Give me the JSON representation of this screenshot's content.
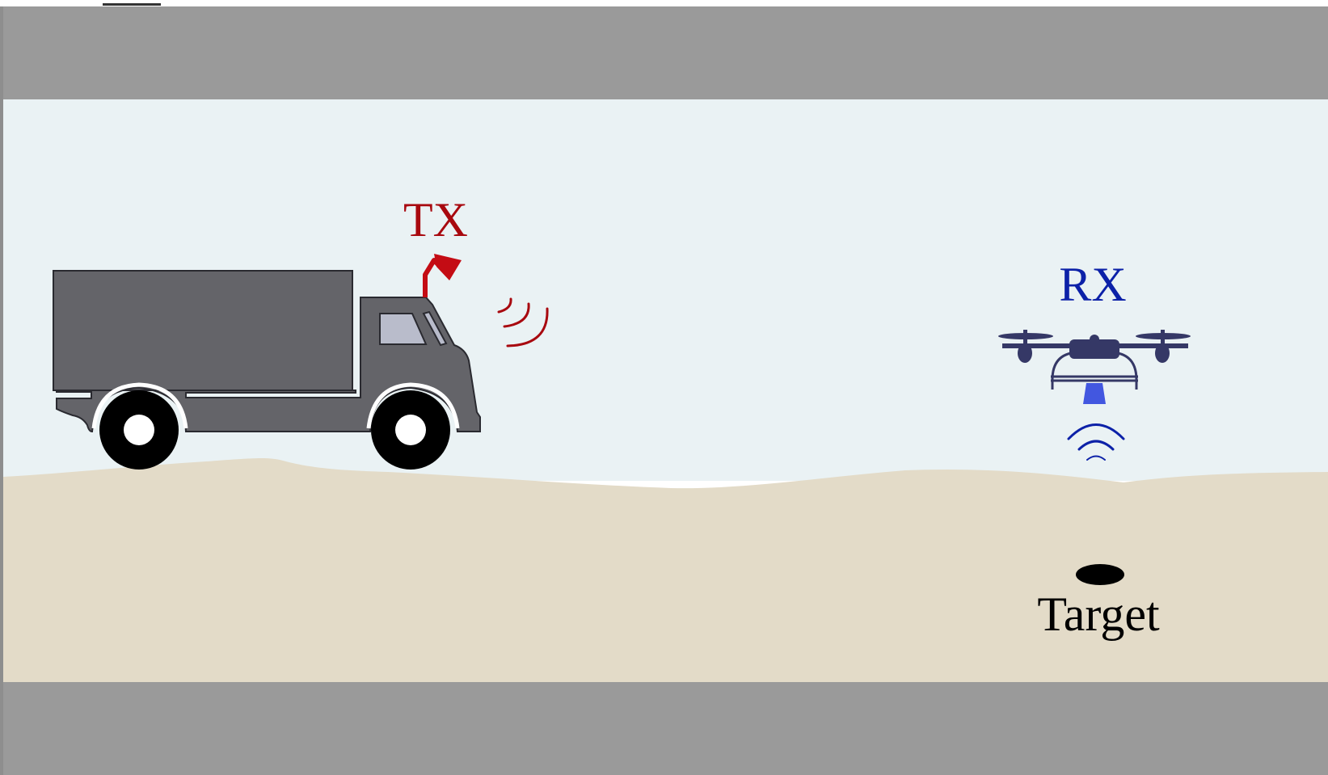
{
  "labels": {
    "transmitter": "TX",
    "receiver": "RX",
    "target": "Target"
  },
  "colors": {
    "frame": "#9a9a9a",
    "sky": "#eaf2f4",
    "ground": "#e3dbc8",
    "truck_body": "#646469",
    "truck_outline": "#2a2a30",
    "truck_window": "#b9bccb",
    "wheel": "#000000",
    "tx_color": "#a8090f",
    "tx_antenna": "#c40c14",
    "rx_color": "#0c21a8",
    "drone_body": "#353866",
    "drone_camera": "#4257e0",
    "target_color": "#000000"
  },
  "icons": {
    "vehicle": "truck-icon",
    "antenna": "antenna-icon",
    "drone": "drone-icon",
    "tx_signal": "signal-waves-icon",
    "rx_signal": "signal-waves-icon",
    "target": "target-ellipse-icon"
  }
}
